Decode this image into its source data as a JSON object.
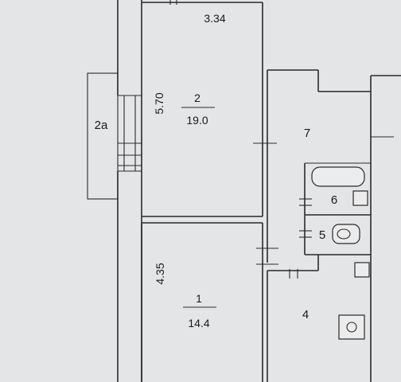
{
  "rooms": [
    {
      "id": "2",
      "number": "2",
      "area": "19.0",
      "dimension": "5.70"
    },
    {
      "id": "1",
      "number": "1",
      "area": "14.4",
      "dimension": "4.35"
    },
    {
      "id": "7",
      "number": "7"
    },
    {
      "id": "6",
      "number": "6"
    },
    {
      "id": "5",
      "number": "5"
    },
    {
      "id": "4",
      "number": "4"
    },
    {
      "id": "2a",
      "number": "2a"
    }
  ],
  "dimensions": {
    "room2_top_width": "3.34"
  },
  "colors": {
    "background": "#e4e5e7",
    "wall": "#2a2a2a"
  }
}
